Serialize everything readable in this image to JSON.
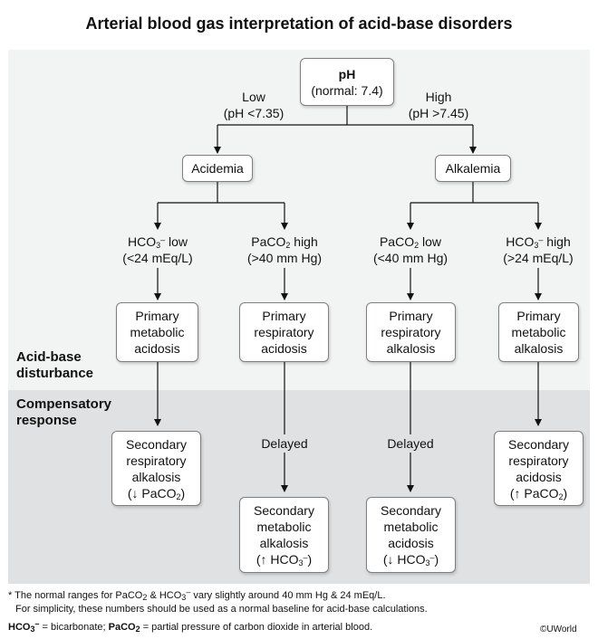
{
  "title": "Arterial blood gas interpretation of acid-base disorders",
  "ph": {
    "name": "pH",
    "normal": "(normal: 7.4)"
  },
  "branch_low": {
    "label": "Low",
    "range": "(pH <7.35)"
  },
  "branch_high": {
    "label": "High",
    "range": "(pH >7.45)"
  },
  "acidemia": "Acidemia",
  "alkalemia": "Alkalemia",
  "criteria": {
    "hco3_low": {
      "line2": "(<24 mEq/L)"
    },
    "paco2_high": {
      "line2": "(>40 mm Hg)"
    },
    "paco2_low": {
      "line2": "(<40 mm Hg)"
    },
    "hco3_high": {
      "line2": "(>24 mEq/L)"
    }
  },
  "disturbance": {
    "met_acidosis": [
      "Primary",
      "metabolic",
      "acidosis"
    ],
    "resp_acidosis": [
      "Primary",
      "respiratory",
      "acidosis"
    ],
    "resp_alkalosis": [
      "Primary",
      "respiratory",
      "alkalosis"
    ],
    "met_alkalosis": [
      "Primary",
      "metabolic",
      "alkalosis"
    ]
  },
  "sections": {
    "disturbance_line1": "Acid-base",
    "disturbance_line2": "disturbance",
    "compensatory_line1": "Compensatory",
    "compensatory_line2": "response"
  },
  "delayed": "Delayed",
  "compensation": {
    "sec_resp_alkalosis": [
      "Secondary",
      "respiratory",
      "alkalosis"
    ],
    "sec_met_alkalosis": [
      "Secondary",
      "metabolic",
      "alkalosis"
    ],
    "sec_met_acidosis": [
      "Secondary",
      "metabolic",
      "acidosis"
    ],
    "sec_resp_acidosis": [
      "Secondary",
      "respiratory",
      "acidosis"
    ]
  },
  "footnotes": {
    "line2": "For simplicity, these numbers should be used as a normal baseline for acid-base calculations.",
    "bicarbonate_def": "= bicarbonate;",
    "paco2_def": "= partial pressure of carbon dioxide in arterial blood."
  },
  "copyright": "©UWorld",
  "colors": {
    "panel_top": "#f2f4f3",
    "panel_bottom": "#e0e1e2",
    "box_border": "#7f7f7f",
    "line": "#111111"
  }
}
